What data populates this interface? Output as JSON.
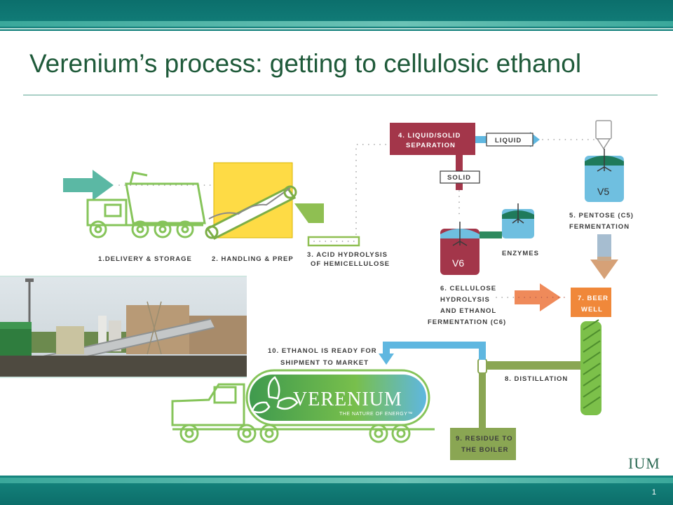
{
  "slide": {
    "title": "Verenium’s process: getting to cellulosic ethanol",
    "page_number": "1",
    "footer_logo": "IUM"
  },
  "diagram": {
    "steps": {
      "delivery": "1.DELIVERY & STORAGE",
      "handling": "2. HANDLING & PREP",
      "acid_line1": "3. ACID HYDROLYSIS",
      "acid_line2": "OF HEMICELLULOSE",
      "separation_line1": "4. LIQUID/SOLID",
      "separation_line2": "SEPARATION",
      "pentose_line1": "5. PENTOSE (C5)",
      "pentose_line2": "FERMENTATION",
      "cellulose_line1": "6. CELLULOSE",
      "cellulose_line2": "HYDROLYSIS",
      "cellulose_line3": "AND ETHANOL",
      "cellulose_line4": "FERMENTATION (C6)",
      "beer_line1": "7. BEER",
      "beer_line2": "WELL",
      "distillation": "8. DISTILLATION",
      "residue_line1": "9. RESIDUE TO",
      "residue_line2": "THE BOILER",
      "ethanol_line1": "10. ETHANOL IS READY FOR",
      "ethanol_line2": "SHIPMENT TO MARKET"
    },
    "tags": {
      "liquid": "LIQUID",
      "solid": "SOLID",
      "enzymes": "ENZYMES"
    },
    "vessels": {
      "v5": "V5",
      "v6": "V6"
    },
    "brand": {
      "name": "VERENIUM",
      "tagline": "THE NATURE OF ENERGY™"
    },
    "colors": {
      "green": "#7cc04a",
      "teal": "#1a8f88",
      "maroon": "#a3364a",
      "orange": "#f0883a",
      "yellow": "#fedb45",
      "blue": "#5fb7e0",
      "olive": "#8aa653"
    }
  }
}
